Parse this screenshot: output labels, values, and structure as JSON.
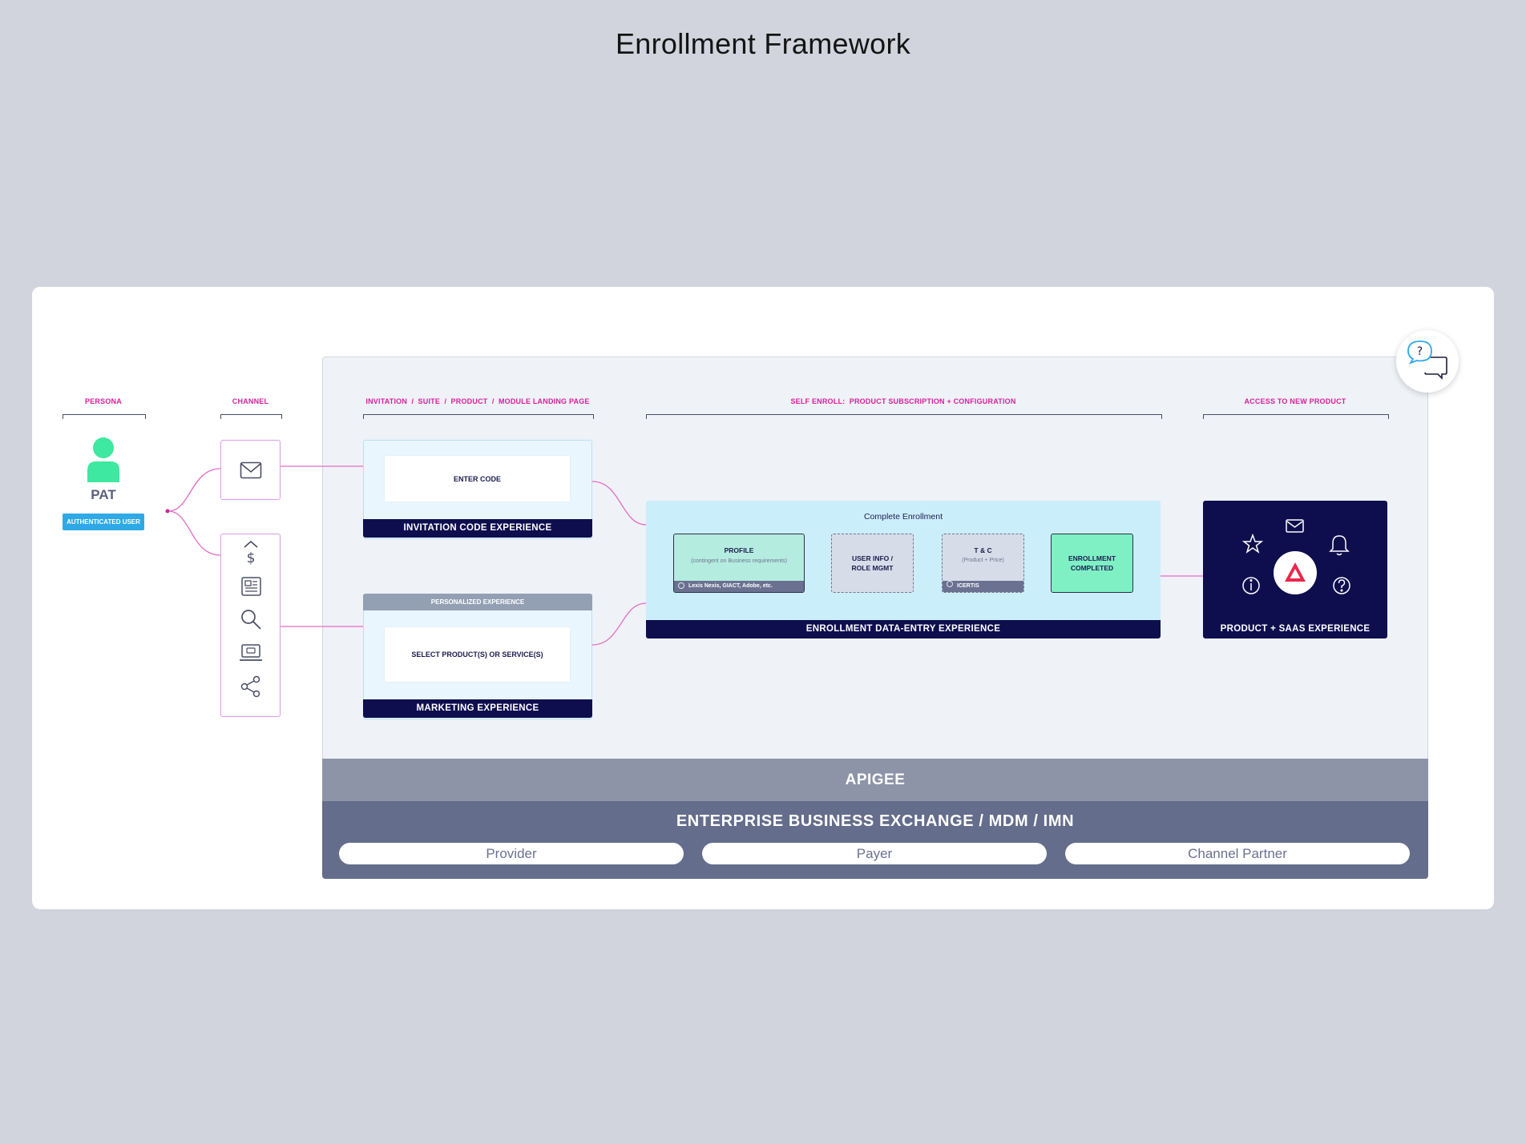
{
  "page_title": "Enrollment Framework",
  "columns": {
    "persona": "PERSONA",
    "channel": "CHANNEL",
    "landing": "INVITATION  /  SUITE  /  PRODUCT  /  MODULE LANDING PAGE",
    "self_enroll": "SELF ENROLL:  PRODUCT SUBSCRIPTION + CONFIGURATION",
    "access": "ACCESS TO NEW PRODUCT"
  },
  "persona": {
    "name": "PAT",
    "badge": "AUTHENTICATED USER",
    "icon": "user-icon",
    "color": "#3ee8a0"
  },
  "channels": {
    "top": [
      "mail-icon"
    ],
    "bottom": [
      "dollar-up-icon",
      "newspaper-icon",
      "search-icon",
      "laptop-chat-icon",
      "share-icon"
    ]
  },
  "invitation": {
    "inner": "ENTER CODE",
    "footer": "INVITATION CODE EXPERIENCE"
  },
  "marketing": {
    "header": "PERSONALIZED EXPERIENCE",
    "inner": "SELECT PRODUCT(S) OR SERVICE(S)",
    "footer": "MARKETING EXPERIENCE"
  },
  "enrollment": {
    "title": "Complete Enrollment",
    "footer": "ENROLLMENT DATA-ENTRY EXPERIENCE",
    "steps": [
      {
        "title": "PROFILE",
        "sub": "(contingent on Business requirements)",
        "foot": "Lexis Nexis, GIACT, Adobe, etc."
      },
      {
        "title1": "USER INFO /",
        "title2": "ROLE MGMT"
      },
      {
        "title": "T & C",
        "sub": "(Product + Price)",
        "foot": "ICERTIS"
      },
      {
        "title1": "ENROLLMENT",
        "title2": "COMPLETED"
      }
    ]
  },
  "saas": {
    "footer": "PRODUCT + SAAS EXPERIENCE",
    "icons": [
      "star-icon",
      "mail-icon",
      "bell-icon",
      "info-icon",
      "help-icon",
      "brand-logo-icon"
    ]
  },
  "platform": {
    "apigee": "APIGEE",
    "ebe": "ENTERPRISE BUSINESS EXCHANGE / MDM / IMN",
    "pills": [
      "Provider",
      "Payer",
      "Channel Partner"
    ]
  },
  "colors": {
    "navy": "#0e0e4f",
    "magenta": "#d6219c",
    "accent_green": "#7ef0c4",
    "brand_red": "#e8284a"
  }
}
